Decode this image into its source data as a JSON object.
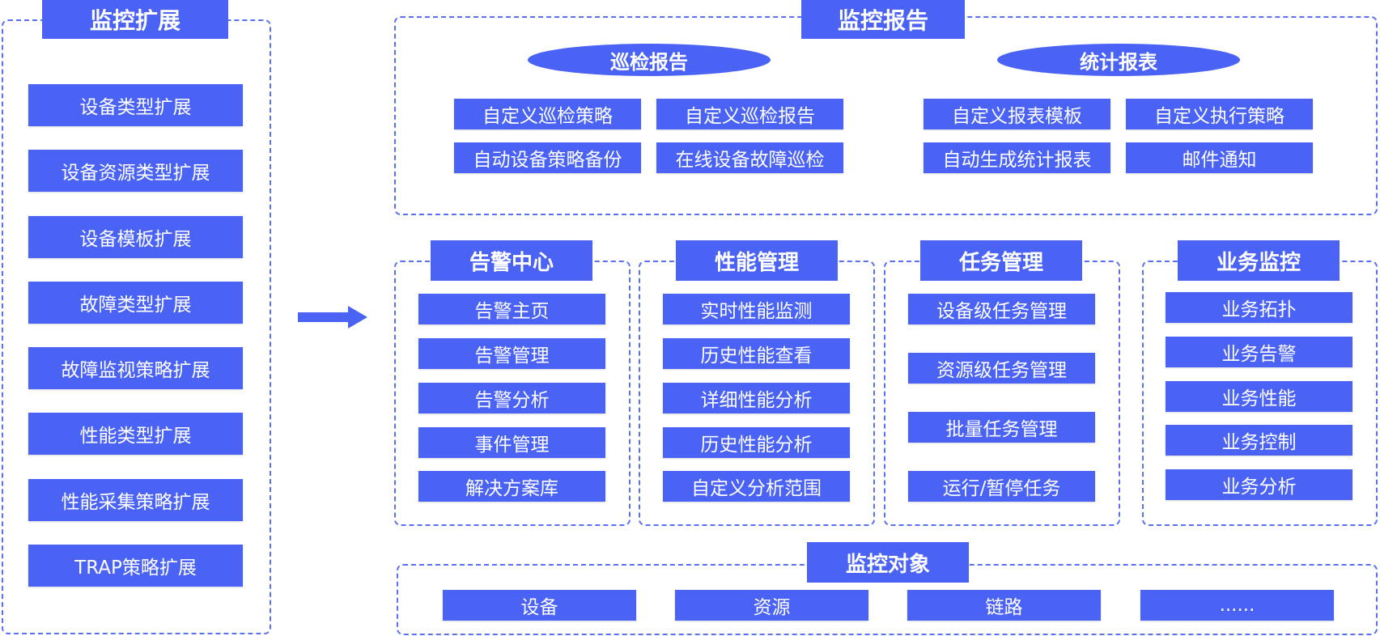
{
  "extension": {
    "title": "监控扩展",
    "items": [
      "设备类型扩展",
      "设备资源类型扩展",
      "设备模板扩展",
      "故障类型扩展",
      "故障监视策略扩展",
      "性能类型扩展",
      "性能采集策略扩展",
      "TRAP策略扩展"
    ]
  },
  "report": {
    "title": "监控报告",
    "inspection": {
      "title": "巡检报告",
      "items": [
        "自定义巡检策略",
        "自定义巡检报告",
        "自动设备策略备份",
        "在线设备故障巡检"
      ]
    },
    "statistics": {
      "title": "统计报表",
      "items": [
        "自定义报表模板",
        "自定义执行策略",
        "自动生成统计报表",
        "邮件通知"
      ]
    }
  },
  "alarm": {
    "title": "告警中心",
    "items": [
      "告警主页",
      "告警管理",
      "告警分析",
      "事件管理",
      "解决方案库"
    ]
  },
  "performance": {
    "title": "性能管理",
    "items": [
      "实时性能监测",
      "历史性能查看",
      "详细性能分析",
      "历史性能分析",
      "自定义分析范围"
    ]
  },
  "task": {
    "title": "任务管理",
    "items": [
      "设备级任务管理",
      "资源级任务管理",
      "批量任务管理",
      "运行/暂停任务"
    ]
  },
  "business": {
    "title": "业务监控",
    "items": [
      "业务拓扑",
      "业务告警",
      "业务性能",
      "业务控制",
      "业务分析"
    ]
  },
  "objects": {
    "title": "监控对象",
    "items": [
      "设备",
      "资源",
      "链路",
      "......"
    ]
  },
  "colors": {
    "accent": "#4a63f5",
    "border": "#5a70f0"
  }
}
